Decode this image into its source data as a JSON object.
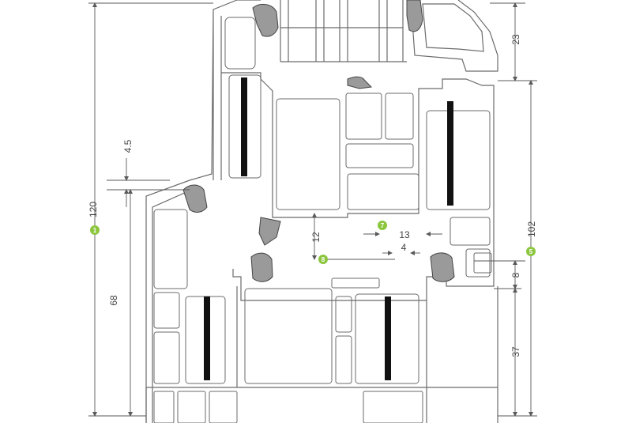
{
  "colors": {
    "line": "#6b6b6b",
    "dim_line": "#5a5a5a",
    "gasket": "#444444",
    "reinforcement": "#111111",
    "marker": "#8cc63f",
    "background": "#ffffff"
  },
  "dimensions": {
    "d120": "120",
    "d68": "68",
    "d4_5": "4.5",
    "d12": "12",
    "d13": "13",
    "d4": "4",
    "d23": "23",
    "d102": "102",
    "d8": "8",
    "d37": "37"
  },
  "markers": {
    "m1": "1",
    "m5": "5",
    "m7": "7",
    "m8": "8"
  }
}
